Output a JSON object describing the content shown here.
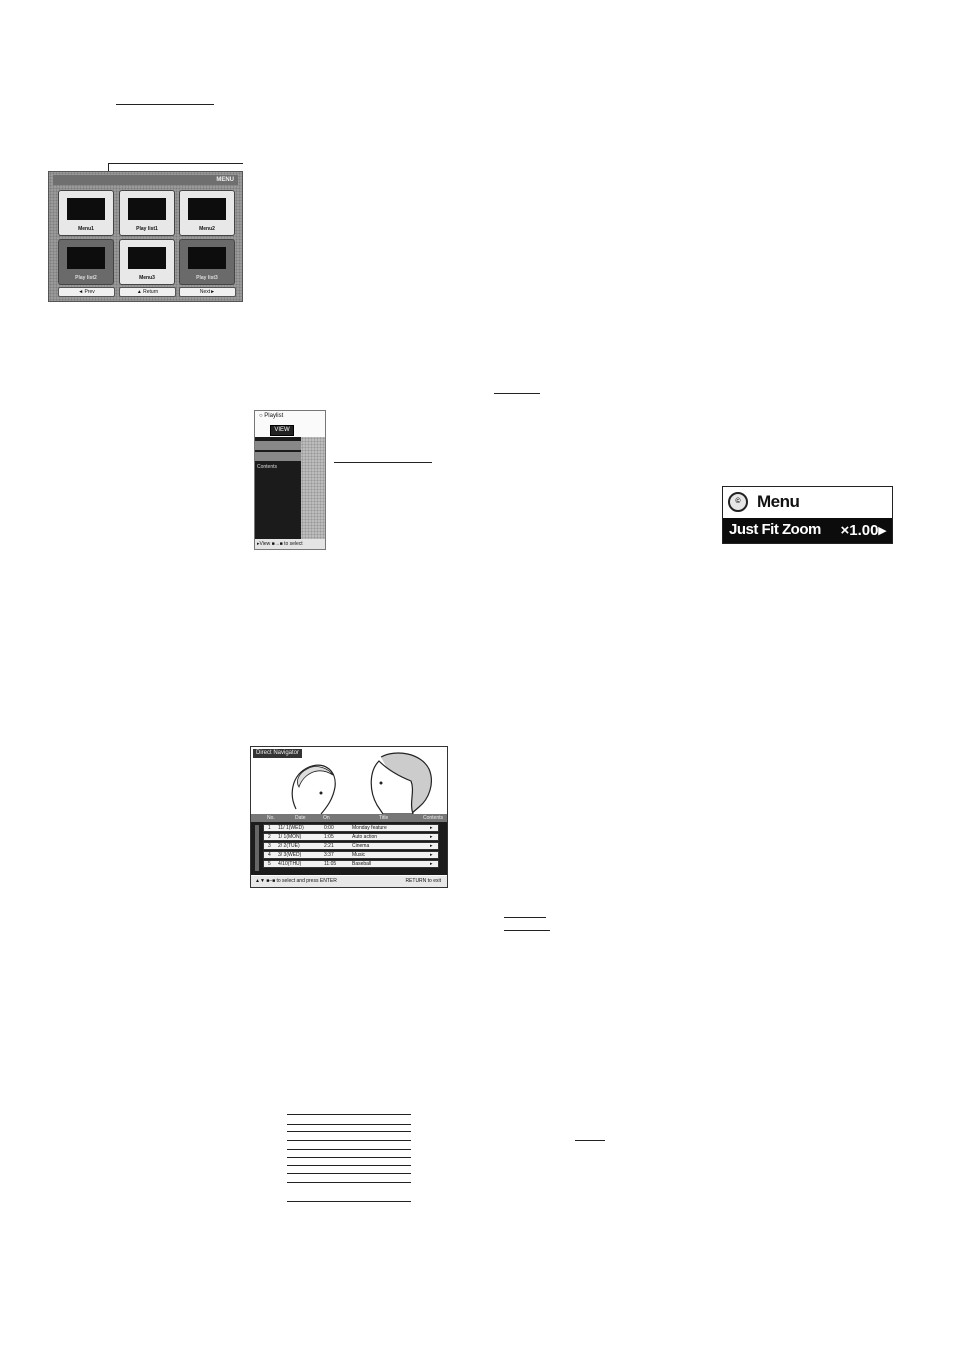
{
  "menu_grid": {
    "titlebar_text": "MENU",
    "tiles": [
      {
        "label": "Menu1"
      },
      {
        "label": "Play list1"
      },
      {
        "label": "Menu2"
      },
      {
        "label": "Play list2"
      },
      {
        "label": "Menu3"
      },
      {
        "label": "Play list3"
      }
    ],
    "nav": {
      "prev": "◄ Prev",
      "return": "▲ Return",
      "next": "Next►"
    }
  },
  "playlist_panel": {
    "header": "Playlist",
    "badge": "VIEW",
    "items": [
      "",
      "",
      "Contents"
    ],
    "footer": "▸View ■→■ to select"
  },
  "zoom_osd": {
    "icon_text": "©",
    "menu_title": "Menu",
    "item_name": "Just Fit Zoom",
    "item_value": "×1.00▸"
  },
  "navigator": {
    "title": "Direct Navigator",
    "columns": {
      "no": "No.",
      "date": "Date",
      "on": "On",
      "title": "Title",
      "contents": "Contents"
    },
    "rows": [
      {
        "no": "1",
        "date": "11/ 1(WED)",
        "on": "0:00",
        "title": "Monday feature"
      },
      {
        "no": "2",
        "date": "1/ 1(MON)",
        "on": "1:05",
        "title": "Auto action"
      },
      {
        "no": "3",
        "date": "2/ 2(TUE)",
        "on": "2:21",
        "title": "Cinema"
      },
      {
        "no": "4",
        "date": "3/ 3(WED)",
        "on": "3:37",
        "title": "Music"
      },
      {
        "no": "5",
        "date": "4/10(THU)",
        "on": "11:05",
        "title": "Baseball"
      }
    ],
    "row_arrow": "▸",
    "bottom_left": "▲▼ ■–■ to select and press ENTER",
    "bottom_right": "RETURN to exit"
  }
}
